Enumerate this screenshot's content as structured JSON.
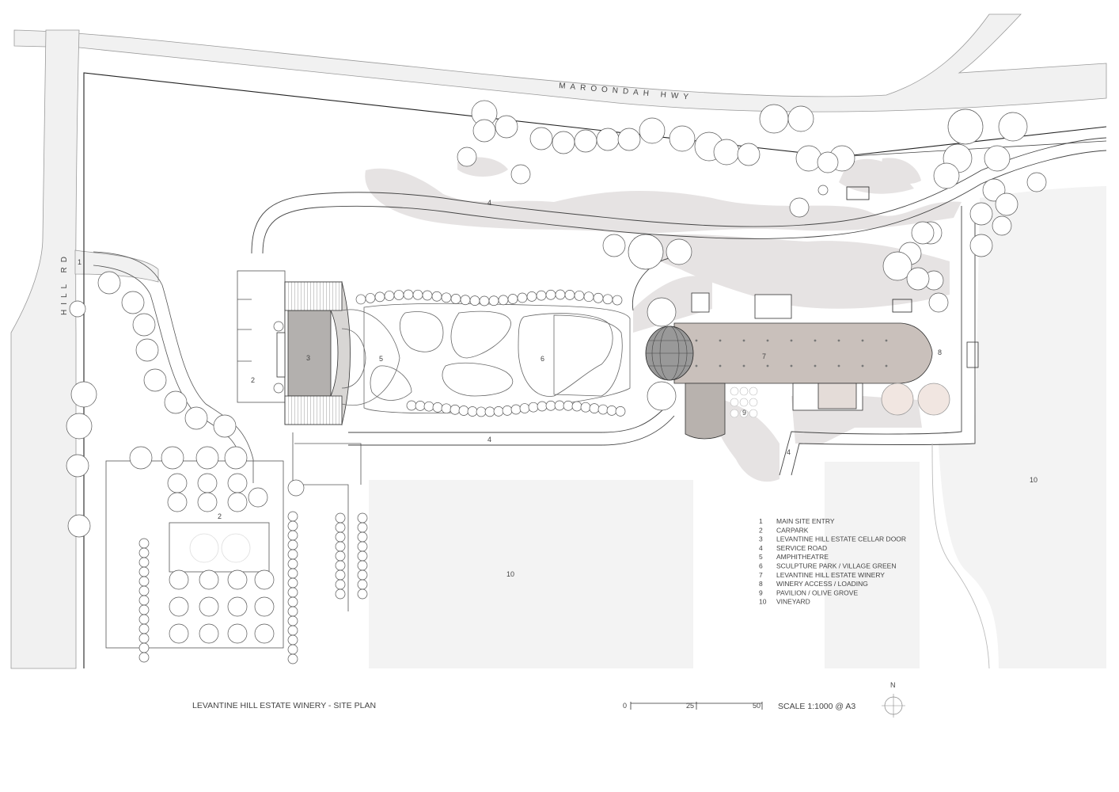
{
  "title": "LEVANTINE HILL ESTATE WINERY - SITE PLAN",
  "scale_text": "SCALE 1:1000 @ A3",
  "scale_ticks": [
    "0",
    "25",
    "50"
  ],
  "north": "N",
  "roads": {
    "highway": "MAROONDAH HWY",
    "side": "HILL RD"
  },
  "plan_labels": {
    "main_entry": "1",
    "carpark_upper": "2",
    "carpark_lower": "2",
    "cellar_door": "3",
    "service_road_north": "4",
    "service_road_south": "4",
    "service_road_east": "4",
    "amphitheatre": "5",
    "sculpture_park": "6",
    "winery": "7",
    "winery_access": "8",
    "pavilion": "9",
    "vineyard_west": "10",
    "vineyard_east": "10"
  },
  "legend": [
    {
      "num": "1",
      "text": "MAIN SITE ENTRY"
    },
    {
      "num": "2",
      "text": "CARPARK"
    },
    {
      "num": "3",
      "text": "LEVANTINE HILL ESTATE CELLAR DOOR"
    },
    {
      "num": "4",
      "text": "SERVICE ROAD"
    },
    {
      "num": "5",
      "text": "AMPHITHEATRE"
    },
    {
      "num": "6",
      "text": "SCULPTURE PARK / VILLAGE GREEN"
    },
    {
      "num": "7",
      "text": "LEVANTINE HILL ESTATE WINERY"
    },
    {
      "num": "8",
      "text": "WINERY ACCESS / LOADING"
    },
    {
      "num": "9",
      "text": "PAVILION / OLIVE GROVE"
    },
    {
      "num": "10",
      "text": "VINEYARD"
    }
  ]
}
